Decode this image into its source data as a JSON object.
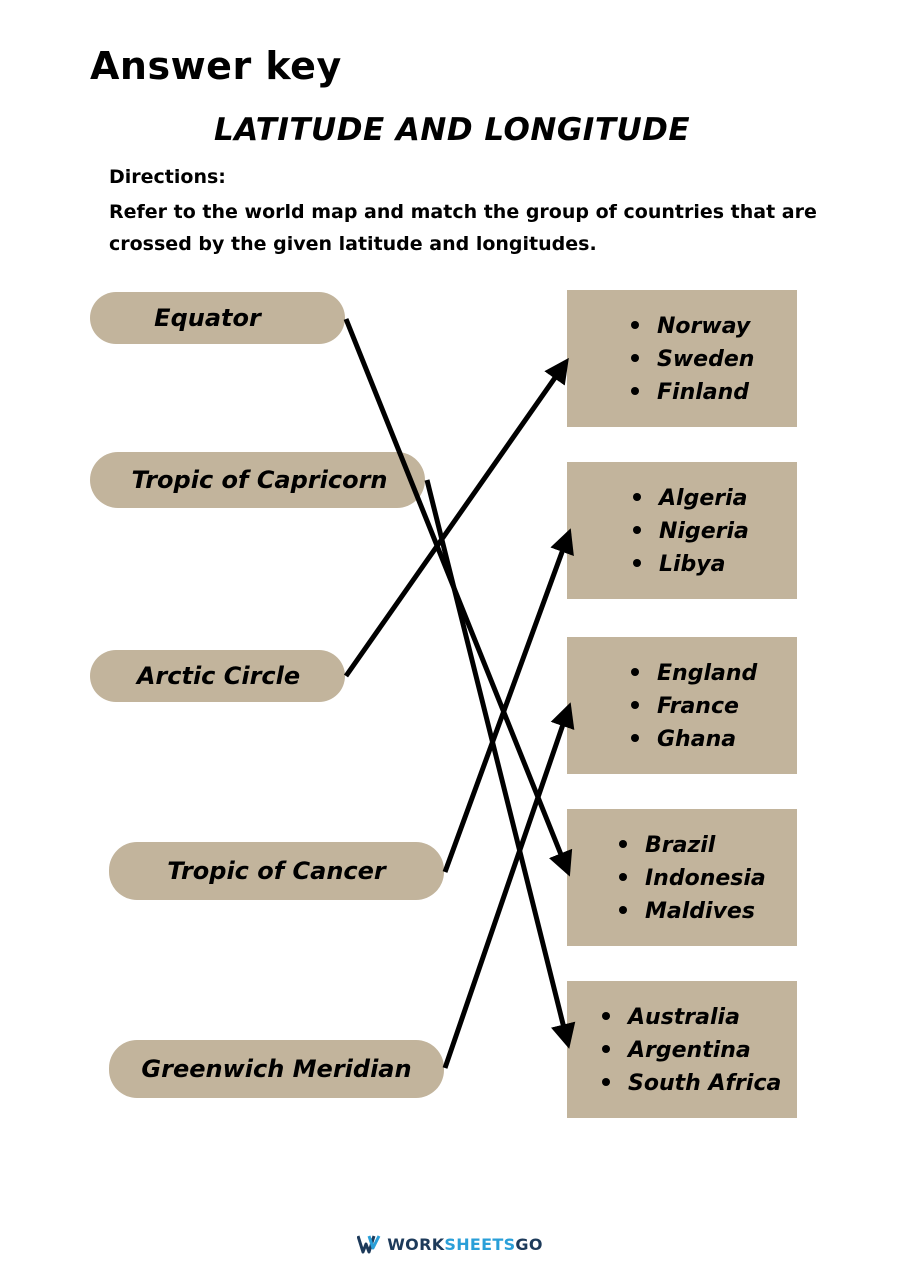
{
  "header": {
    "answer_key": "Answer key",
    "title": "LATITUDE AND LONGITUDE",
    "directions_label": "Directions:",
    "directions_text": "Refer to the world map and match the group of countries that are crossed by the given latitude and longitudes."
  },
  "lines": [
    {
      "label": "Equator"
    },
    {
      "label": "Tropic of Capricorn"
    },
    {
      "label": "Arctic Circle"
    },
    {
      "label": "Tropic of Cancer"
    },
    {
      "label": "Greenwich Meridian"
    }
  ],
  "groups": [
    {
      "countries": [
        "Norway",
        "Sweden",
        "Finland"
      ]
    },
    {
      "countries": [
        "Algeria",
        "Nigeria",
        "Libya"
      ]
    },
    {
      "countries": [
        "England",
        "France",
        "Ghana"
      ]
    },
    {
      "countries": [
        "Brazil",
        "Indonesia",
        "Maldives"
      ]
    },
    {
      "countries": [
        "Australia",
        "Argentina",
        "South Africa"
      ]
    }
  ],
  "matches": [
    {
      "line": "Equator",
      "group": 4
    },
    {
      "line": "Tropic of Capricorn",
      "group": 5
    },
    {
      "line": "Arctic Circle",
      "group": 1
    },
    {
      "line": "Tropic of Cancer",
      "group": 2
    },
    {
      "line": "Greenwich Meridian",
      "group": 3
    }
  ],
  "colors": {
    "card_fill": "#c2b49c",
    "arrow": "#000000",
    "logo_dark": "#1d3a5a",
    "logo_accent": "#2a9fd8"
  },
  "footer": {
    "brand_a": "WORK",
    "brand_b": "SHEETS",
    "brand_c": "GO",
    "logo_icon": "worksheetsgo-logo-icon"
  }
}
